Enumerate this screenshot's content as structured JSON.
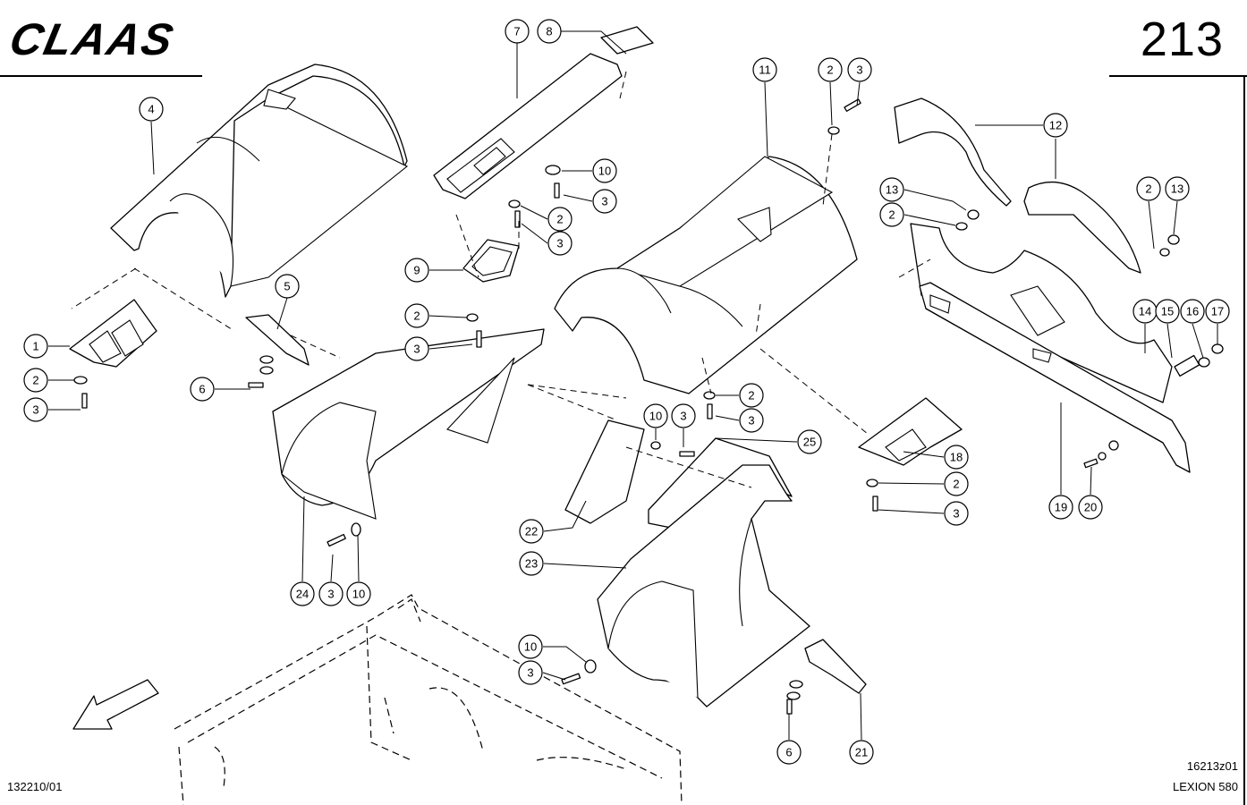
{
  "header": {
    "brand": "CLAAS",
    "page_number": "213"
  },
  "footer": {
    "document_id": "132210/01",
    "drawing_code": "16213z01",
    "model": "LEXION 580"
  },
  "callouts": [
    {
      "id": "c1",
      "label": "1"
    },
    {
      "id": "c2a",
      "label": "2"
    },
    {
      "id": "c3a",
      "label": "3"
    },
    {
      "id": "c4",
      "label": "4"
    },
    {
      "id": "c5",
      "label": "5"
    },
    {
      "id": "c6a",
      "label": "6"
    },
    {
      "id": "c7",
      "label": "7"
    },
    {
      "id": "c8",
      "label": "8"
    },
    {
      "id": "c10a",
      "label": "10"
    },
    {
      "id": "c3b",
      "label": "3"
    },
    {
      "id": "c2b",
      "label": "2"
    },
    {
      "id": "c3c",
      "label": "3"
    },
    {
      "id": "c9",
      "label": "9"
    },
    {
      "id": "c2c",
      "label": "2"
    },
    {
      "id": "c3d",
      "label": "3"
    },
    {
      "id": "c11",
      "label": "11"
    },
    {
      "id": "c2d",
      "label": "2"
    },
    {
      "id": "c3e",
      "label": "3"
    },
    {
      "id": "c12",
      "label": "12"
    },
    {
      "id": "c13a",
      "label": "13"
    },
    {
      "id": "c2e",
      "label": "2"
    },
    {
      "id": "c2f",
      "label": "2"
    },
    {
      "id": "c13b",
      "label": "13"
    },
    {
      "id": "c14",
      "label": "14"
    },
    {
      "id": "c15",
      "label": "15"
    },
    {
      "id": "c16",
      "label": "16"
    },
    {
      "id": "c17",
      "label": "17"
    },
    {
      "id": "c2g",
      "label": "2"
    },
    {
      "id": "c3f",
      "label": "3"
    },
    {
      "id": "c10b",
      "label": "10"
    },
    {
      "id": "c3g",
      "label": "3"
    },
    {
      "id": "c25",
      "label": "25"
    },
    {
      "id": "c18",
      "label": "18"
    },
    {
      "id": "c2h",
      "label": "2"
    },
    {
      "id": "c3h",
      "label": "3"
    },
    {
      "id": "c19",
      "label": "19"
    },
    {
      "id": "c20",
      "label": "20"
    },
    {
      "id": "c22",
      "label": "22"
    },
    {
      "id": "c23",
      "label": "23"
    },
    {
      "id": "c24",
      "label": "24"
    },
    {
      "id": "c3i",
      "label": "3"
    },
    {
      "id": "c10c",
      "label": "10"
    },
    {
      "id": "c10d",
      "label": "10"
    },
    {
      "id": "c3j",
      "label": "3"
    },
    {
      "id": "c6b",
      "label": "6"
    },
    {
      "id": "c21",
      "label": "21"
    }
  ]
}
